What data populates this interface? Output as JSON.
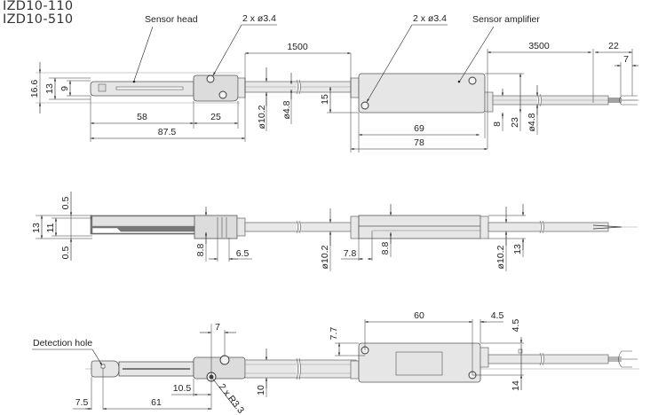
{
  "title": {
    "models": [
      "IZD10-110",
      "IZD10-510"
    ]
  },
  "top_view": {
    "callouts": {
      "sensor_head": "Sensor head",
      "head_holes": "2 x ø3.4",
      "amp_holes": "2 x ø3.4",
      "sensor_amplifier": "Sensor amplifier"
    },
    "dims": {
      "height_total": "16.6",
      "height_body": "13",
      "height_slot": "9",
      "len_head": "58",
      "len_block": "25",
      "len_overall_head": "87.5",
      "cable1_len": "1500",
      "cable1_dia": "ø10.2",
      "cable1_inner": "ø4.8",
      "offset_15": "15",
      "amp_hole_pitch": "69",
      "amp_len": "78",
      "cable2_len": "3500",
      "lead_len": "22",
      "lead_strip": "7",
      "offset_8": "8",
      "amp_height": "23",
      "cable2_dia": "ø4.8"
    }
  },
  "side_view": {
    "dims": {
      "top_gap": "0.5",
      "height_total": "13",
      "height_inner": "11",
      "bottom_gap": "0.5",
      "block_h": "8.8",
      "block_w": "6.5",
      "cable_dia_left": "ø10.2",
      "amp_step": "7.8",
      "amp_h": "8.8",
      "cable_dia_right": "ø10.2",
      "right_h": "13"
    }
  },
  "bottom_view": {
    "callouts": {
      "detection_hole": "Detection hole",
      "radius": "2 x R3.3"
    },
    "dims": {
      "hole_offset": "7.5",
      "len_61": "61",
      "len_10_5": "10.5",
      "hole_spacing": "7",
      "height_10": "10",
      "amp_hole_pitch": "60",
      "amp_hole_edge": "4.5",
      "amp_top": "7.7",
      "amp_right_top": "4.5",
      "amp_right_bottom": "14"
    }
  }
}
